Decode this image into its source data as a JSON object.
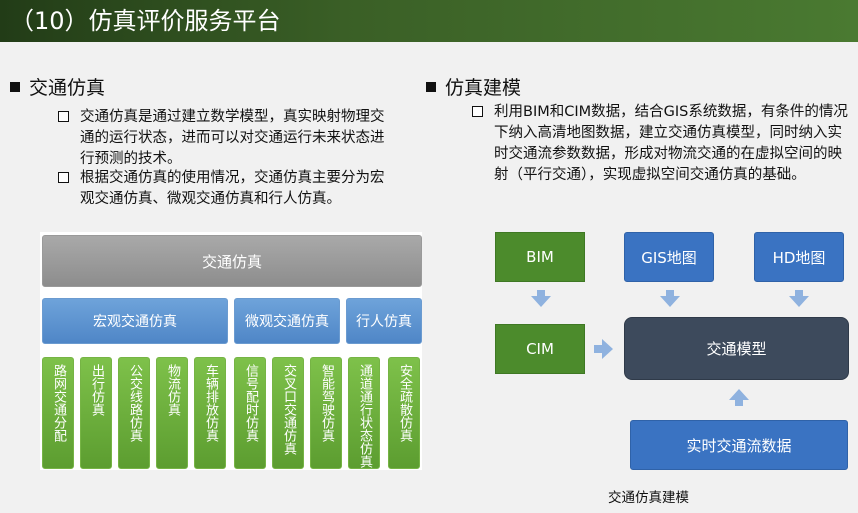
{
  "title": "（10）仿真评价服务平台",
  "left": {
    "heading": "交通仿真",
    "bullets": [
      "交通仿真是通过建立数学模型，真实映射物理交通的运行状态，进而可以对交通运行未来状态进行预测的技术。",
      "根据交通仿真的使用情况，交通仿真主要分为宏观交通仿真、微观交通仿真和行人仿真。"
    ],
    "diagram": {
      "root": "交通仿真",
      "groups": [
        "宏观交通仿真",
        "微观交通仿真",
        "行人仿真"
      ],
      "leaves": [
        "路网交通分配",
        "出行仿真",
        "公交线路仿真",
        "物流仿真",
        "车辆排放仿真",
        "信号配时仿真",
        "交叉口交通仿真",
        "智能驾驶仿真",
        "通道通行状态仿真",
        "安全疏散仿真"
      ]
    }
  },
  "right": {
    "heading": "仿真建模",
    "bullet": "利用BIM和CIM数据，结合GIS系统数据，有条件的情况下纳入高清地图数据，建立交通仿真模型，同时纳入实时交通流参数数据，形成对物流交通的在虚拟空间的映射（平行交通），实现虚拟空间交通仿真的基础。",
    "diagram": {
      "bim": "BIM",
      "gis": "GIS地图",
      "hd": "HD地图",
      "cim": "CIM",
      "model": "交通模型",
      "realtime": "实时交通流数据"
    },
    "caption": "交通仿真建模"
  },
  "colors": {
    "header": "#3a5f26",
    "green": "#4c8b2c",
    "blue": "#3a73c2",
    "navy": "#3d4a5c",
    "gray": "#9a9a9a",
    "arrow": "#8fb2df"
  }
}
